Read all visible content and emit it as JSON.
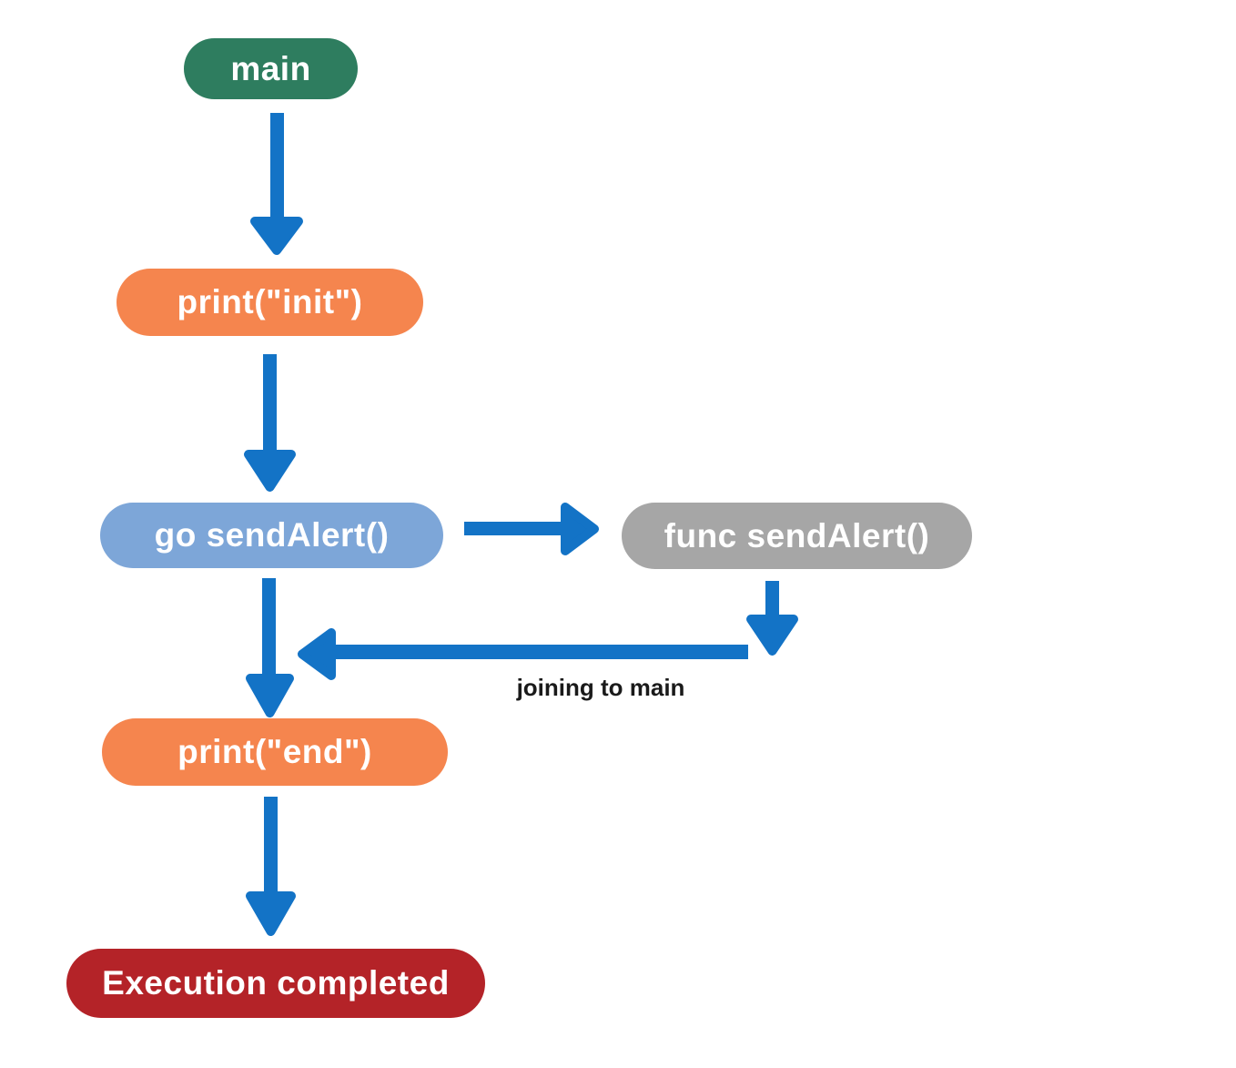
{
  "diagram": {
    "title_hint": "goroutine execution flowchart",
    "background_color": "#ffffff",
    "arrow_color": "#1373C6",
    "edge_label_color": "#1a1a1a",
    "nodes": [
      {
        "id": "main",
        "label": "main",
        "color": "#2E7D5F",
        "text_color": "#ffffff"
      },
      {
        "id": "print-init",
        "label": "print(\"init\")",
        "color": "#F5854E",
        "text_color": "#ffffff"
      },
      {
        "id": "go-sendalert",
        "label": "go sendAlert()",
        "color": "#7DA6D8",
        "text_color": "#ffffff"
      },
      {
        "id": "func-sendalert",
        "label": "func sendAlert()",
        "color": "#A6A6A6",
        "text_color": "#ffffff"
      },
      {
        "id": "print-end",
        "label": "print(\"end\")",
        "color": "#F5854E",
        "text_color": "#ffffff"
      },
      {
        "id": "execution-completed",
        "label": "Execution completed",
        "color": "#B42328",
        "text_color": "#ffffff"
      }
    ],
    "edges": [
      {
        "from": "main",
        "to": "print-init",
        "label": ""
      },
      {
        "from": "print-init",
        "to": "go-sendalert",
        "label": ""
      },
      {
        "from": "go-sendalert",
        "to": "func-sendalert",
        "label": ""
      },
      {
        "from": "go-sendalert",
        "to": "print-end",
        "label": ""
      },
      {
        "from": "func-sendalert",
        "to": "print-end",
        "label": "joining to main"
      },
      {
        "from": "print-end",
        "to": "execution-completed",
        "label": ""
      }
    ],
    "edge_label": "joining to main"
  }
}
